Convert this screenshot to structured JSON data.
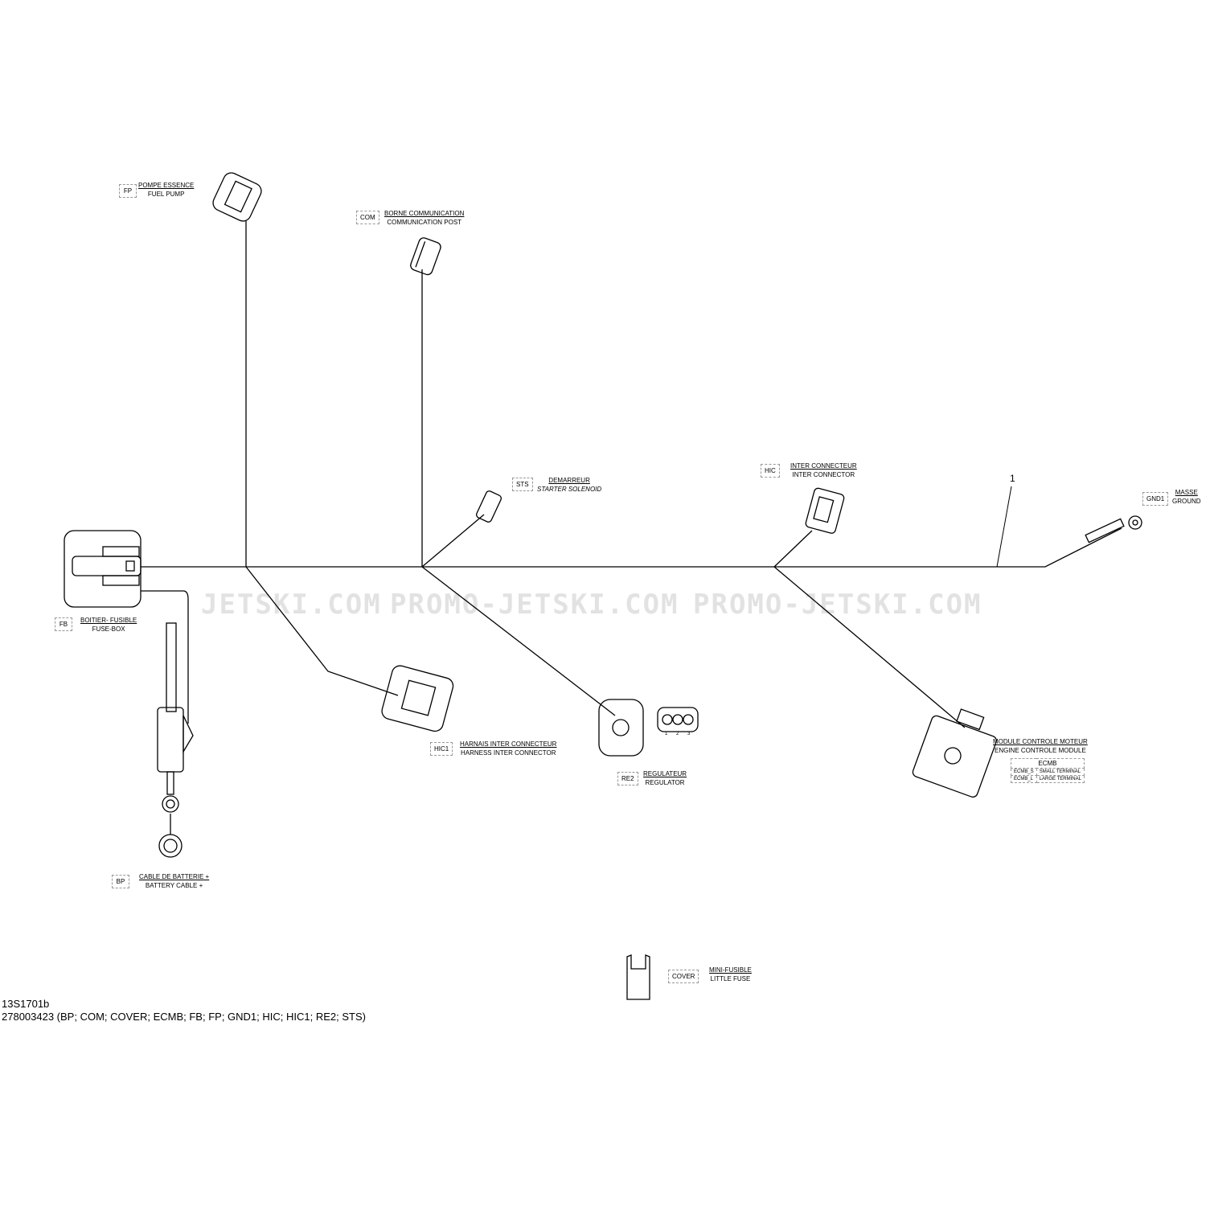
{
  "watermark": [
    "JETSKI.COM",
    "PROMO-JETSKI.COM",
    "PROMO-JETSKI.COM"
  ],
  "components": {
    "fp": {
      "code": "FP",
      "fr": "POMPE ESSENCE",
      "en": "FUEL PUMP"
    },
    "com": {
      "code": "COM",
      "fr": "BORNE COMMUNICATION",
      "en": "COMMUNICATION POST"
    },
    "sts": {
      "code": "STS",
      "fr": "DEMARREUR",
      "en": "STARTER SOLENOID"
    },
    "hic": {
      "code": "HIC",
      "fr": "INTER CONNECTEUR",
      "en": "INTER CONNECTOR"
    },
    "gnd1": {
      "code": "GND1",
      "fr": "MASSE",
      "en": "GROUND"
    },
    "fb": {
      "code": "FB",
      "fr": "BOITIER- FUSIBLE",
      "en": "FUSE-BOX"
    },
    "hic1": {
      "code": "HIC1",
      "fr": "HARNAIS INTER CONNECTEUR",
      "en": "HARNESS INTER CONNECTOR"
    },
    "re2": {
      "code": "RE2",
      "fr": "REGULATEUR",
      "en": "REGULATOR",
      "pins": [
        "1",
        "2",
        "3"
      ]
    },
    "ecm": {
      "fr": "MODULE CONTROLE MOTEUR",
      "en": "ENGINE CONTROLE MODULE",
      "table_title": "ECMB",
      "rows": [
        [
          "ECMB_S",
          "SMALL TERMINAL"
        ],
        [
          "ECMB_L",
          "LARGE TERMINAL"
        ]
      ]
    },
    "bp": {
      "code": "BP",
      "fr": "CABLE DE BATTERIE +",
      "en": "BATTERY CABLE +"
    },
    "cover": {
      "code": "COVER",
      "fr": "MINI-FUSIBLE",
      "en": "LITTLE FUSE"
    }
  },
  "item_callout": "1",
  "footer": {
    "drawing_id": "13S1701b",
    "part_number": "278003423 (BP; COM; COVER; ECMB; FB; FP; GND1; HIC; HIC1; RE2; STS)"
  }
}
